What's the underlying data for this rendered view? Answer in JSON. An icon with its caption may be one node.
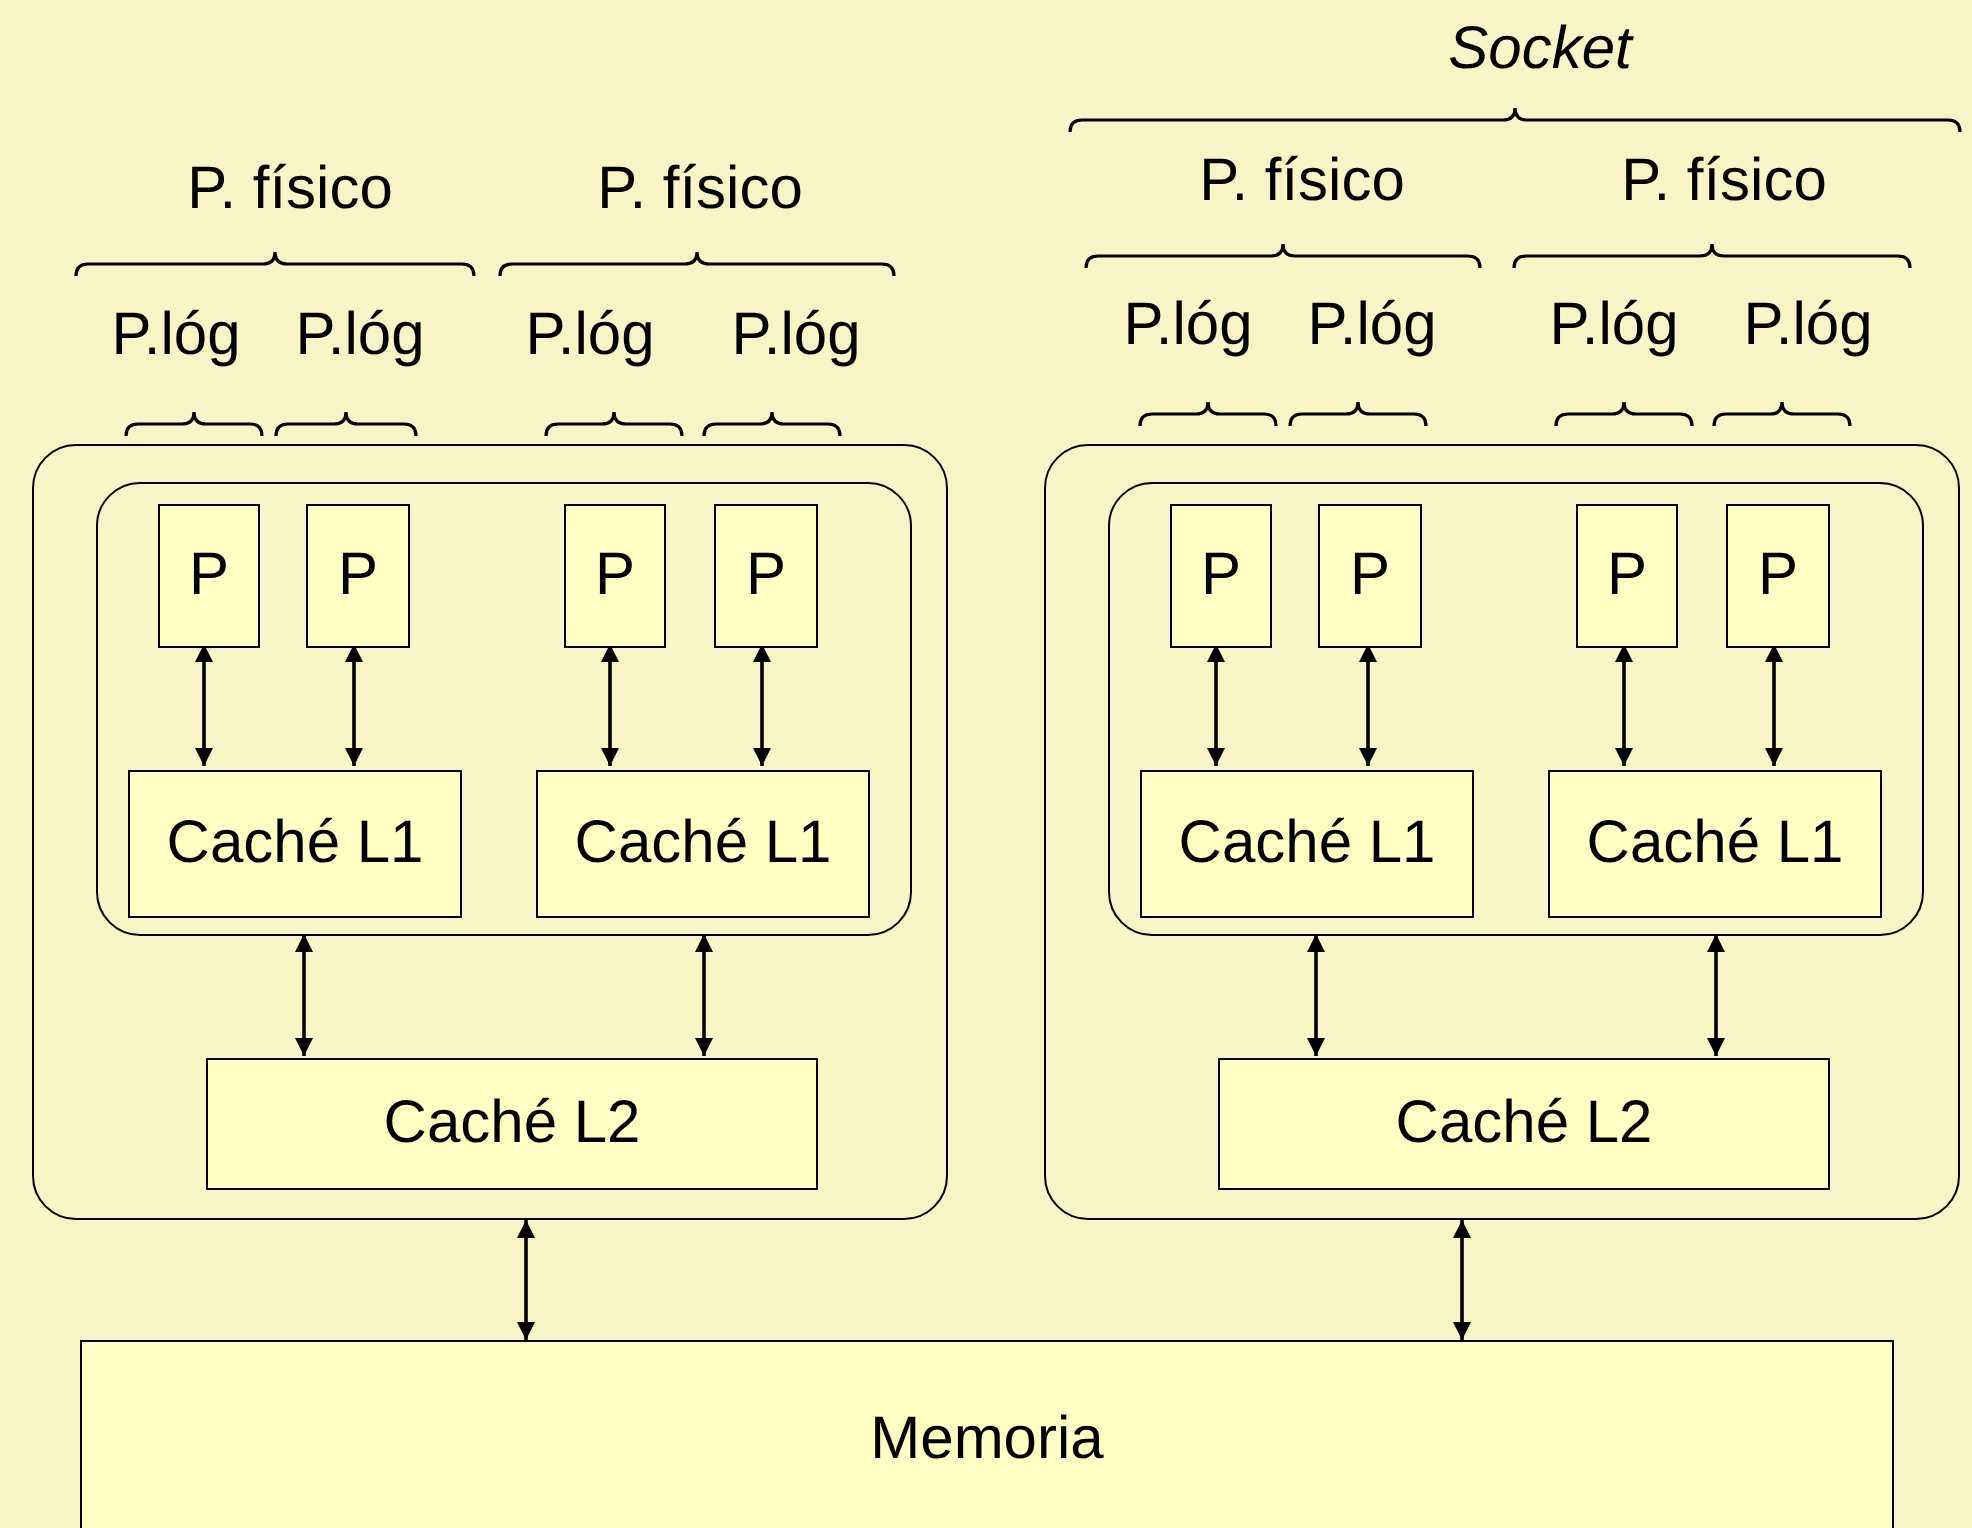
{
  "diagram": {
    "nodes": [
      {
        "text": [],
        "shape": "box"
      },
      {
        "text": [],
        "shape": "box",
        "in": 0
      },
      {
        "text": [
          "P"
        ],
        "in": 1
      },
      {
        "text": [
          "P"
        ],
        "in": 1
      },
      {
        "text": [
          "P"
        ],
        "in": 1
      },
      {
        "text": [
          "P"
        ],
        "in": 1
      },
      {
        "text": [
          "Caché L1"
        ],
        "in": 1
      },
      {
        "text": [
          "Caché L1"
        ],
        "in": 1
      },
      {
        "text": [
          "Caché L2"
        ],
        "in": 0
      },
      {
        "text": [],
        "shape": "box"
      },
      {
        "text": [],
        "shape": "box",
        "in": 9
      },
      {
        "text": [
          "P"
        ],
        "in": 10
      },
      {
        "text": [
          "P"
        ],
        "in": 10
      },
      {
        "text": [
          "P"
        ],
        "in": 10
      },
      {
        "text": [
          "P"
        ],
        "in": 10
      },
      {
        "text": [
          "Caché L1"
        ],
        "in": 10
      },
      {
        "text": [
          "Caché L1"
        ],
        "in": 10
      },
      {
        "text": [
          "Caché L2"
        ],
        "in": 9
      },
      {
        "text": [
          "Memoria"
        ]
      }
    ],
    "edges": [
      {
        "from": 2,
        "to": 6,
        "arrow": "both"
      },
      {
        "from": 3,
        "to": 6,
        "arrow": "both"
      },
      {
        "from": 4,
        "to": 7,
        "arrow": "both"
      },
      {
        "from": 5,
        "to": 7,
        "arrow": "both"
      },
      {
        "from": 1,
        "to": 8,
        "arrow": "both"
      },
      {
        "from": 1,
        "to": 8,
        "arrow": "both"
      },
      {
        "from": 11,
        "to": 15,
        "arrow": "both"
      },
      {
        "from": 12,
        "to": 15,
        "arrow": "both"
      },
      {
        "from": 13,
        "to": 16,
        "arrow": "both"
      },
      {
        "from": 14,
        "to": 16,
        "arrow": "both"
      },
      {
        "from": 10,
        "to": 17,
        "arrow": "both"
      },
      {
        "from": 10,
        "to": 17,
        "arrow": "both"
      },
      {
        "from": 0,
        "to": 18,
        "arrow": "both"
      },
      {
        "from": 9,
        "to": 18,
        "arrow": "both"
      }
    ],
    "labels": [
      "Socket",
      "P. físico",
      "P. físico",
      "P. físico",
      "P. físico",
      "P.lóg",
      "P.lóg",
      "P.lóg",
      "P.lóg",
      "P.lóg",
      "P.lóg",
      "P.lóg",
      "P.lóg"
    ]
  }
}
